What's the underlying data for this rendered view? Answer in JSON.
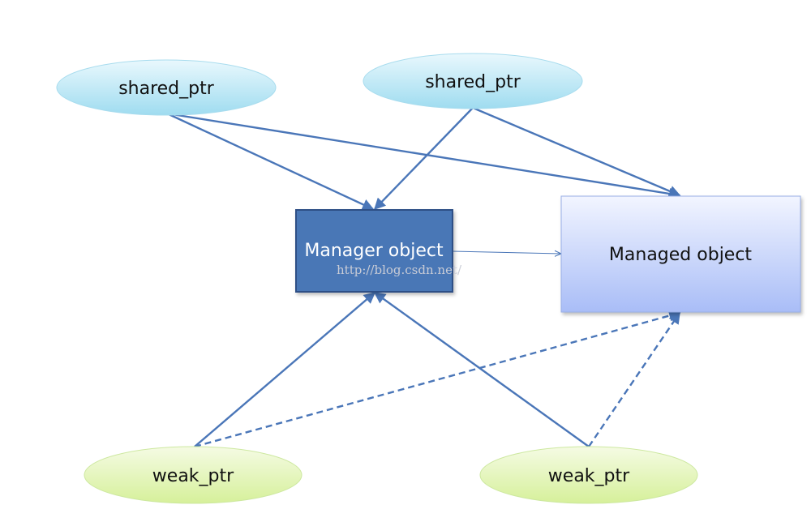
{
  "nodes": {
    "shared_ptr_left": {
      "label": "shared_ptr"
    },
    "shared_ptr_right": {
      "label": "shared_ptr"
    },
    "manager_object": {
      "label": "Manager object"
    },
    "managed_object": {
      "label": "Managed object"
    },
    "weak_ptr_left": {
      "label": "weak_ptr"
    },
    "weak_ptr_right": {
      "label": "weak_ptr"
    }
  },
  "watermark": {
    "text": "http://blog.csdn.net/"
  },
  "edges": [
    {
      "from": "shared_ptr_left",
      "to": "manager_object",
      "style": "solid"
    },
    {
      "from": "shared_ptr_left",
      "to": "managed_object",
      "style": "solid"
    },
    {
      "from": "shared_ptr_right",
      "to": "manager_object",
      "style": "solid"
    },
    {
      "from": "shared_ptr_right",
      "to": "managed_object",
      "style": "solid"
    },
    {
      "from": "manager_object",
      "to": "managed_object",
      "style": "thin"
    },
    {
      "from": "weak_ptr_left",
      "to": "manager_object",
      "style": "solid"
    },
    {
      "from": "weak_ptr_left",
      "to": "managed_object",
      "style": "dashed"
    },
    {
      "from": "weak_ptr_right",
      "to": "manager_object",
      "style": "solid"
    },
    {
      "from": "weak_ptr_right",
      "to": "managed_object",
      "style": "dashed"
    }
  ],
  "colors": {
    "arrow": "#4a76b8",
    "manager_fill": "#4a77b6",
    "manager_border": "#2f4f86",
    "shared_fill_top": "#e9f8fd",
    "shared_fill_bottom": "#9fdcf0",
    "weak_fill_top": "#f5fbe4",
    "weak_fill_bottom": "#d6f09a",
    "managed_fill_top": "#f2f5ff",
    "managed_fill_bottom": "#a9bdf7"
  }
}
